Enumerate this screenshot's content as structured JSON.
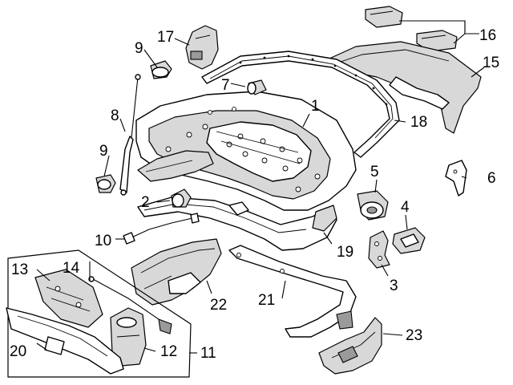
{
  "callouts": [
    {
      "num": "1"
    },
    {
      "num": "2"
    },
    {
      "num": "3"
    },
    {
      "num": "4"
    },
    {
      "num": "5"
    },
    {
      "num": "6"
    },
    {
      "num": "7"
    },
    {
      "num": "8"
    },
    {
      "num": "9"
    },
    {
      "num": "9"
    },
    {
      "num": "10"
    },
    {
      "num": "11"
    },
    {
      "num": "12"
    },
    {
      "num": "13"
    },
    {
      "num": "14"
    },
    {
      "num": "15"
    },
    {
      "num": "16"
    },
    {
      "num": "17"
    },
    {
      "num": "18"
    },
    {
      "num": "19"
    },
    {
      "num": "20"
    },
    {
      "num": "21"
    },
    {
      "num": "22"
    },
    {
      "num": "23"
    }
  ]
}
